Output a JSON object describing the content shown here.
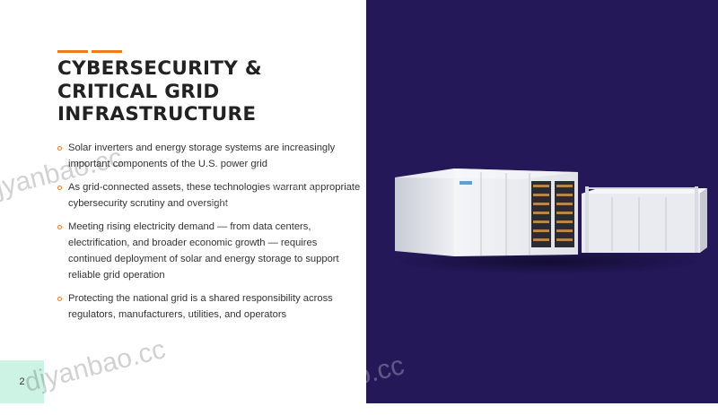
{
  "slide": {
    "title_lines": [
      "CYBERSECURITY &",
      "CRITICAL GRID",
      "INFRASTRUCTURE"
    ],
    "bullets": [
      "Solar inverters and energy storage systems are increasingly important components of the U.S. power grid",
      "As grid-connected assets, these technologies warrant appropriate cybersecurity scrutiny and oversight",
      "Meeting rising electricity demand — from data centers, electrification, and broader economic growth — requires continued deployment of solar and energy storage to support reliable grid operation",
      "Protecting the national grid is a shared responsibility across regulators, manufacturers, utilities, and operators"
    ],
    "page_number": "2"
  },
  "watermark_text": "djyanbao.cc",
  "colors": {
    "accent": "#f07a1a",
    "right_panel": "#241859",
    "page_box": "#cdf3e4",
    "title": "#222222"
  }
}
